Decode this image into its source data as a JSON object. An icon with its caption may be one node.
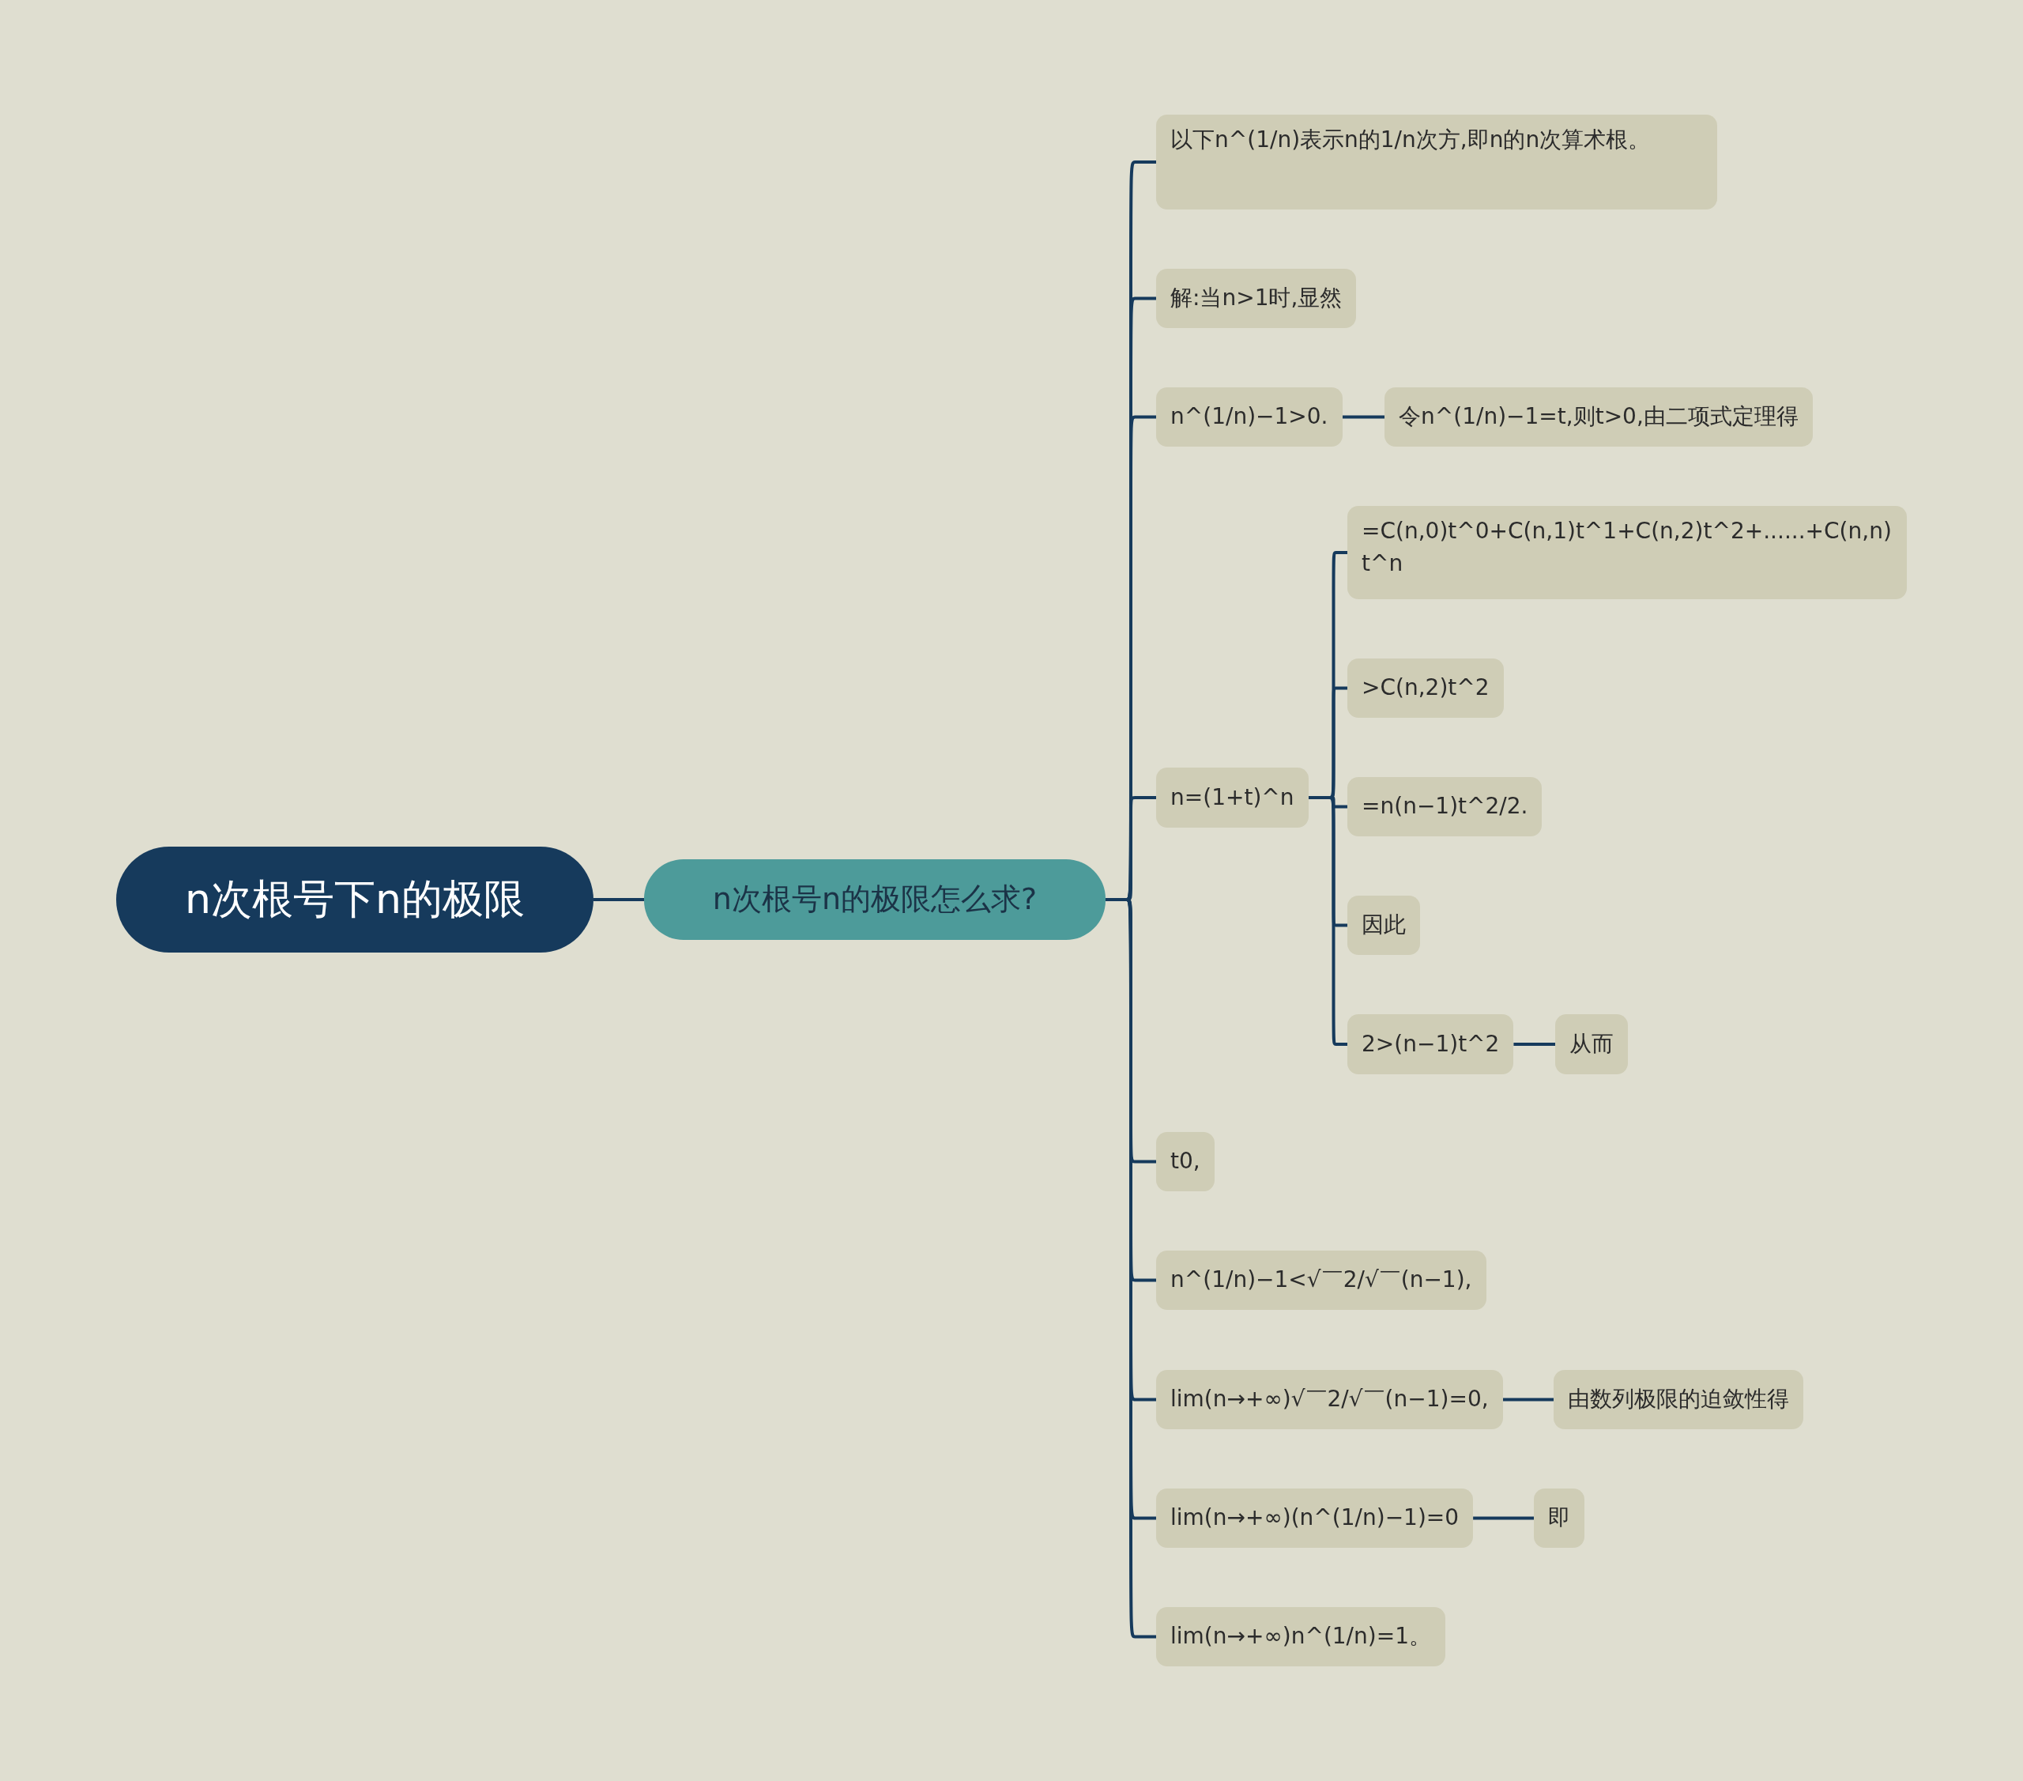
{
  "diagram": {
    "nodes": [
      {
        "text": [
          "n次根号下n的极限"
        ]
      },
      {
        "text": [
          "n次根号n的极限怎么求?"
        ]
      },
      {
        "text": [
          "以下n^(1/n)表示n的1/n次方,即n的n次算术根。"
        ]
      },
      {
        "text": [
          "解:当n>1时,显然"
        ]
      },
      {
        "text": [
          "n^(1/n)−1>0."
        ]
      },
      {
        "text": [
          "令n^(1/n)−1=t,则t>0,由二项式定理得"
        ]
      },
      {
        "text": [
          "n=(1+t)^n"
        ]
      },
      {
        "text": [
          "=C(n,0)t^0+C(n,1)t^1+C(n,2)t^2+......+C(n,n) t^n"
        ]
      },
      {
        "text": [
          ">C(n,2)t^2"
        ]
      },
      {
        "text": [
          "=n(n−1)t^2/2."
        ]
      },
      {
        "text": [
          "因此"
        ]
      },
      {
        "text": [
          "2>(n−1)t^2"
        ]
      },
      {
        "text": [
          "从而"
        ]
      },
      {
        "text": [
          "t0,"
        ]
      },
      {
        "text": [
          "n^(1/n)−1<√￣2/√￣(n−1),"
        ]
      },
      {
        "text": [
          "lim(n→+∞)√￣2/√￣(n−1)=0,"
        ]
      },
      {
        "text": [
          "由数列极限的迫敛性得"
        ]
      },
      {
        "text": [
          "lim(n→+∞)(n^(1/n)−1)=0"
        ]
      },
      {
        "text": [
          "即"
        ]
      },
      {
        "text": [
          "lim(n→+∞)n^(1/n)=1。"
        ]
      }
    ],
    "edges": [
      {
        "from": 0,
        "to": 1,
        "arrow": "none"
      },
      {
        "from": 1,
        "to": 2,
        "arrow": "none"
      },
      {
        "from": 1,
        "to": 3,
        "arrow": "none"
      },
      {
        "from": 1,
        "to": 4,
        "arrow": "none"
      },
      {
        "from": 4,
        "to": 5,
        "arrow": "none"
      },
      {
        "from": 1,
        "to": 6,
        "arrow": "none"
      },
      {
        "from": 6,
        "to": 7,
        "arrow": "none"
      },
      {
        "from": 6,
        "to": 8,
        "arrow": "none"
      },
      {
        "from": 6,
        "to": 9,
        "arrow": "none"
      },
      {
        "from": 6,
        "to": 10,
        "arrow": "none"
      },
      {
        "from": 6,
        "to": 11,
        "arrow": "none"
      },
      {
        "from": 11,
        "to": 12,
        "arrow": "none"
      },
      {
        "from": 1,
        "to": 13,
        "arrow": "none"
      },
      {
        "from": 1,
        "to": 14,
        "arrow": "none"
      },
      {
        "from": 1,
        "to": 15,
        "arrow": "none"
      },
      {
        "from": 15,
        "to": 16,
        "arrow": "none"
      },
      {
        "from": 1,
        "to": 17,
        "arrow": "none"
      },
      {
        "from": 17,
        "to": 18,
        "arrow": "none"
      },
      {
        "from": 1,
        "to": 19,
        "arrow": "none"
      }
    ]
  }
}
